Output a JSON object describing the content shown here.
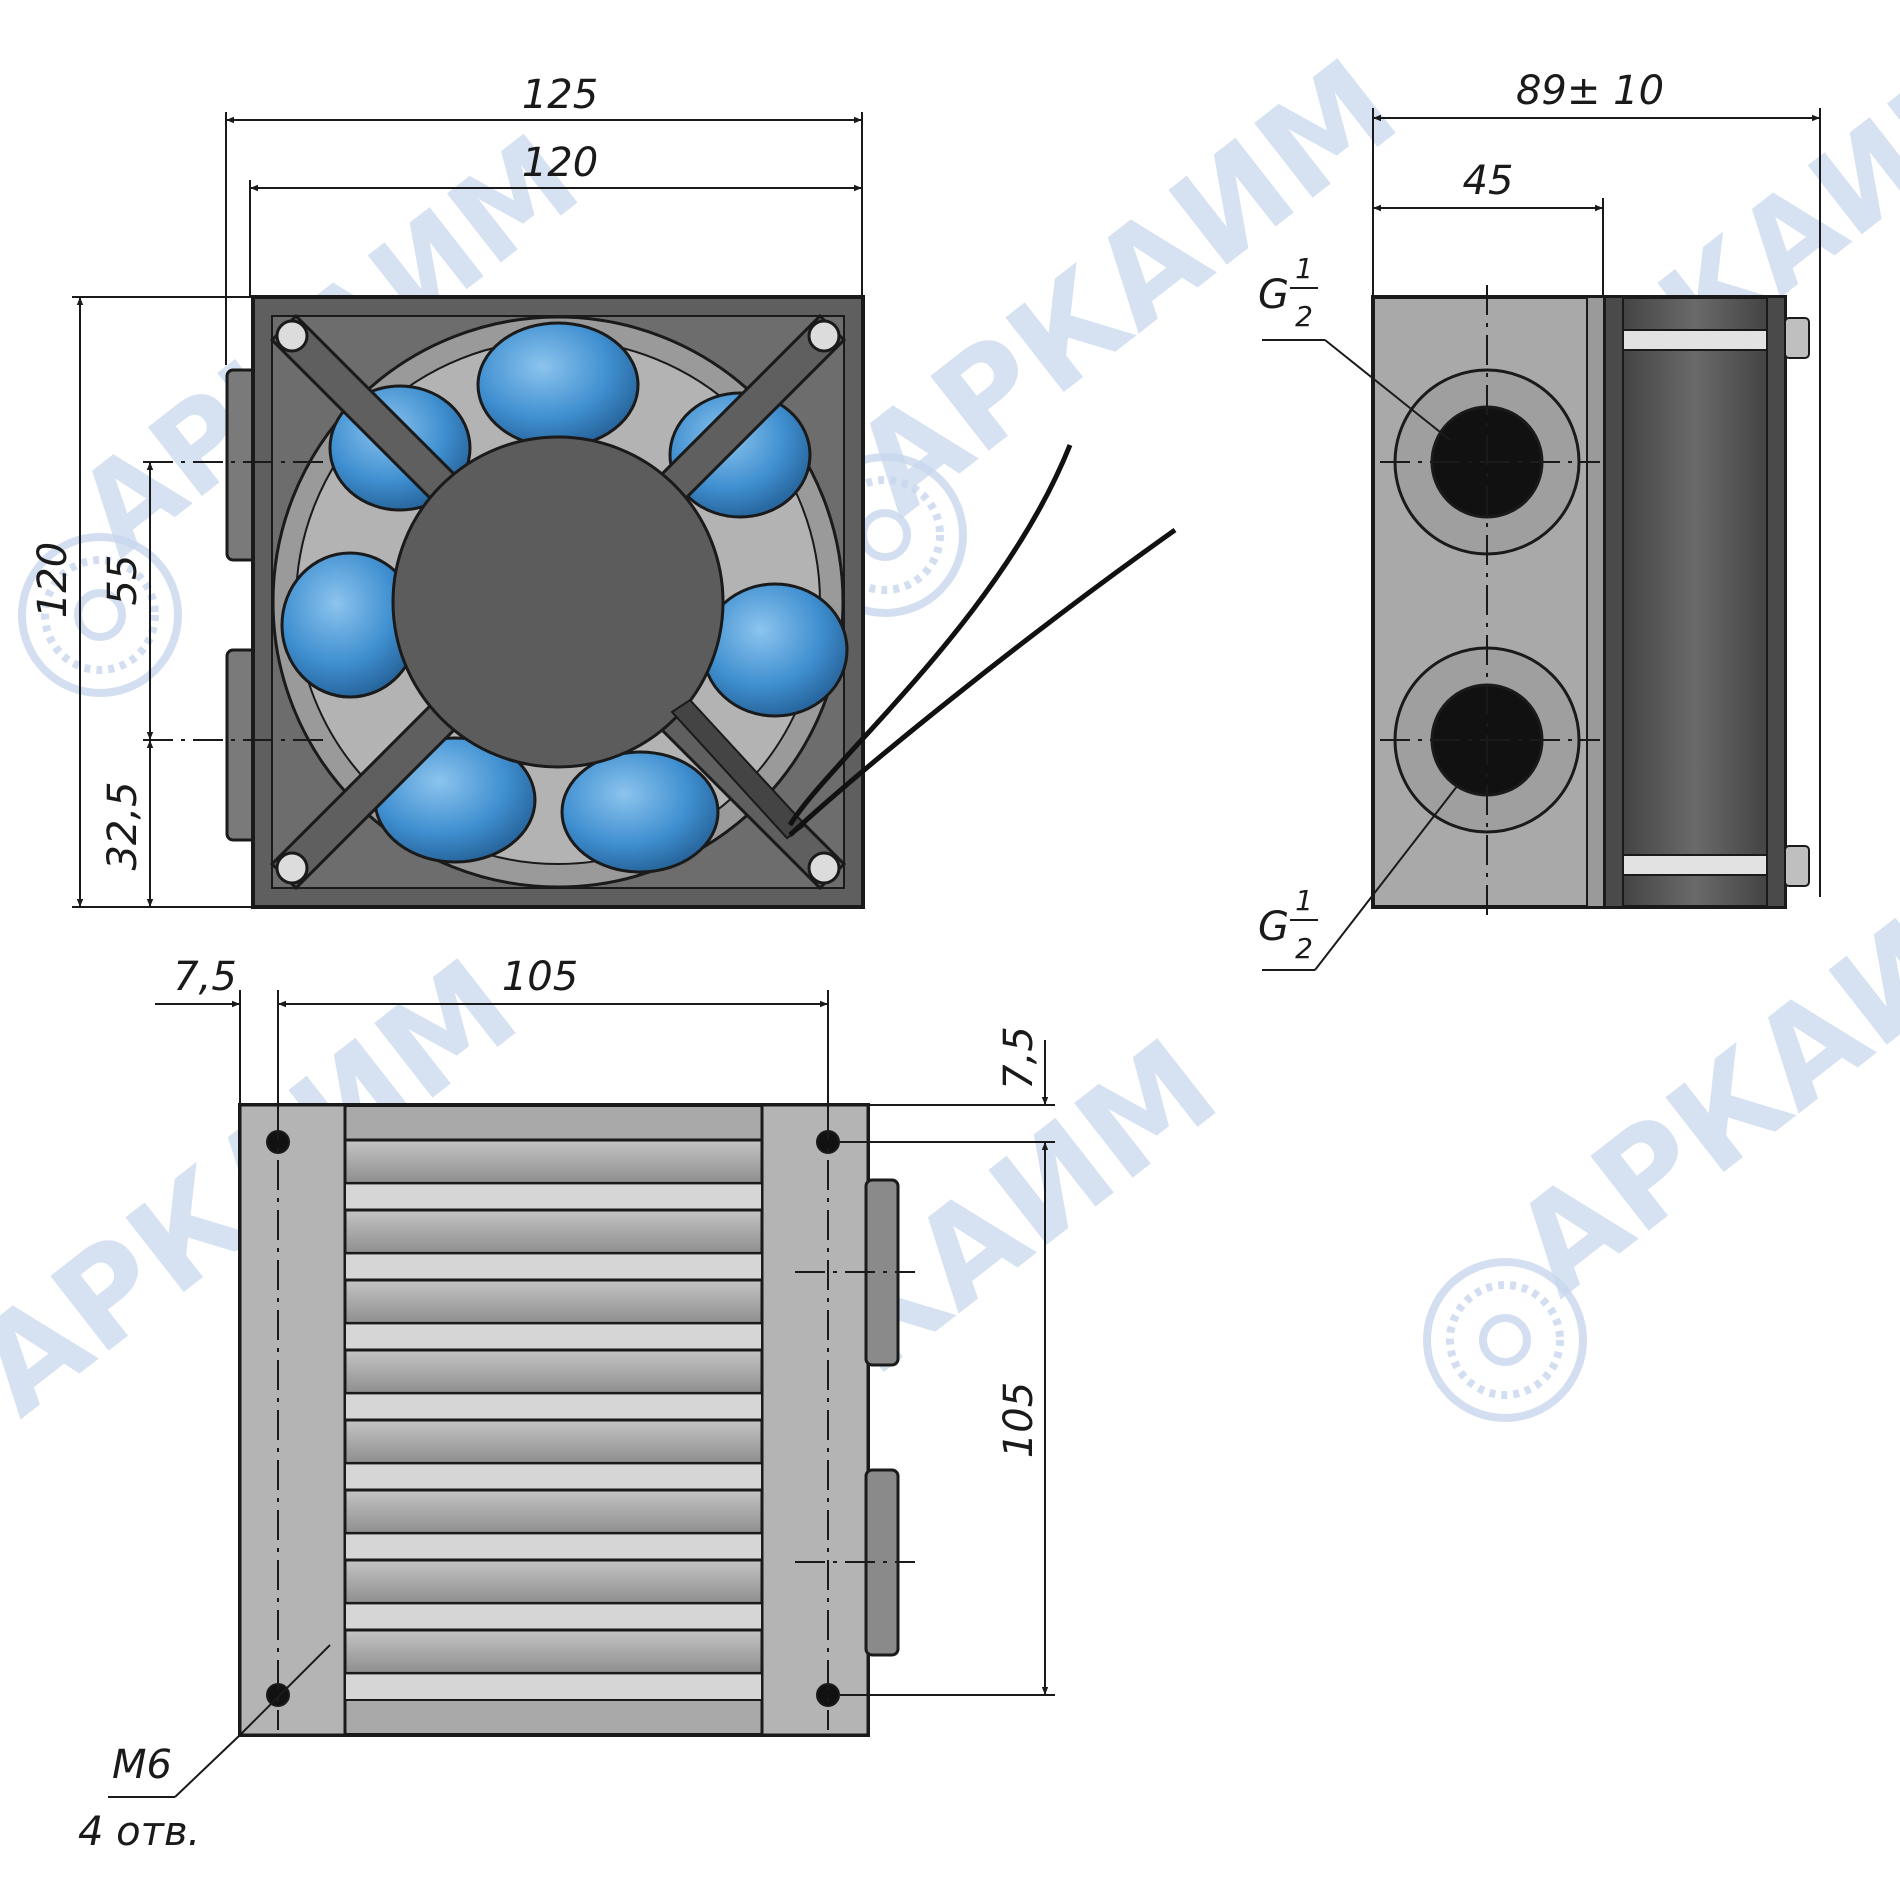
{
  "front_view": {
    "width_overall": "125",
    "width_frame": "120",
    "height_overall": "120",
    "port_spacing": "55",
    "port_offset": "32,5"
  },
  "side_view": {
    "depth_overall": "89± 10",
    "body_depth": "45",
    "port_top": {
      "thread": "G",
      "num": "1",
      "den": "2"
    },
    "port_bottom": {
      "thread": "G",
      "num": "1",
      "den": "2"
    }
  },
  "bottom_view": {
    "hole_edge_offset_x": "7,5",
    "hole_spacing_x": "105",
    "hole_edge_offset_y": "7,5",
    "hole_spacing_y": "105",
    "hole_thread": "M6",
    "hole_count": "4 отв."
  },
  "watermark": {
    "text": "АРКАИМ"
  },
  "colors": {
    "line": "#1a1a1a",
    "housing": "#5f5f5f",
    "body_gray": "#a9a9a9",
    "blade_blue": "#3f8fd0",
    "watermark_blue": "#c9d8ee"
  }
}
